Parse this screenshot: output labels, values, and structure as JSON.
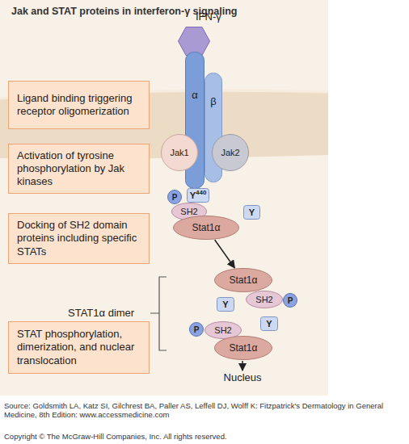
{
  "diagram": {
    "title": "Jak and STAT proteins in interferon-γ signaling",
    "nodes": [
      {
        "text": [
          "Ligand binding triggering receptor oligomerization"
        ]
      },
      {
        "text": [
          "Activation of tyrosine phosphorylation by Jak kinases"
        ]
      },
      {
        "text": [
          "Docking of SH2 domain proteins including specific STATs"
        ]
      },
      {
        "text": [
          "STAT phosphorylation, dimerization, and nuclear translocation"
        ]
      },
      {
        "text": [
          "IFN-γ"
        ]
      },
      {
        "text": [
          "α"
        ]
      },
      {
        "text": [
          "β"
        ]
      },
      {
        "text": [
          "Jak1"
        ]
      },
      {
        "text": [
          "Jak2"
        ]
      },
      {
        "text": [
          "P"
        ]
      },
      {
        "text": [
          "Y",
          "440"
        ]
      },
      {
        "text": [
          "SH2"
        ]
      },
      {
        "text": [
          "Stat1α"
        ]
      },
      {
        "text": [
          "Y"
        ]
      },
      {
        "text": [
          "Stat1α"
        ]
      },
      {
        "text": [
          "SH2"
        ]
      },
      {
        "text": [
          "Y"
        ]
      },
      {
        "text": [
          "P"
        ]
      },
      {
        "text": [
          "Y"
        ]
      },
      {
        "text": [
          "P"
        ]
      },
      {
        "text": [
          "SH2"
        ]
      },
      {
        "text": [
          "Stat1α"
        ]
      }
    ],
    "edges": [
      {
        "from": 12,
        "to": 14,
        "arrow": "to"
      }
    ],
    "labels": [
      "STAT1α dimer",
      "Nucleus",
      "Source: Goldsmith LA, Katz SI, Gilchrest BA, Paller AS, Leffell DJ, Wolff K: Fitzpatrick's Dermatology in General Medicine, 8th Edition: www.accessmedicine.com",
      "Copyright © The McGraw-Hill Companies, Inc. All rights reserved."
    ]
  }
}
